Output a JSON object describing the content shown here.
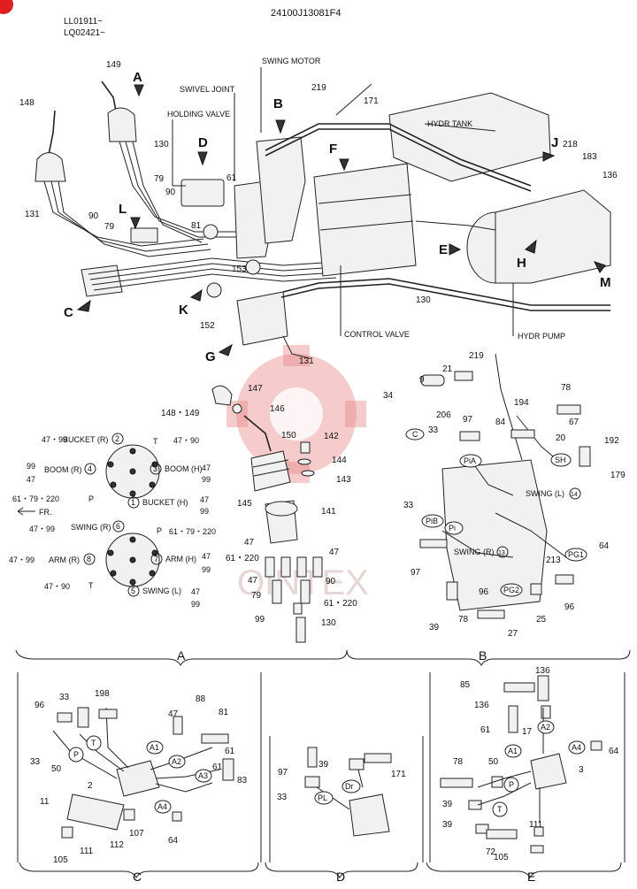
{
  "header": {
    "doc_code": "24100J13081F4",
    "serial_1": "LL01911~",
    "serial_2": "LQ02421~"
  },
  "watermark": "OINTEX",
  "colors": {
    "line": "#222222",
    "watermark": "#e98b8b",
    "badge": "#e02020"
  },
  "callouts": [
    "A",
    "B",
    "C",
    "D",
    "E",
    "F",
    "G",
    "H",
    "J",
    "K",
    "L",
    "M"
  ],
  "components": {
    "swing_motor": "SWING MOTOR",
    "swivel_joint": "SWIVEL JOINT",
    "holding_valve": "HOLDING VALVE",
    "hydr_tank": "HYDR TANK",
    "control_valve": "CONTROL VALVE",
    "hydr_pump": "HYDR PUMP"
  },
  "parts_top": [
    "149",
    "148",
    "130",
    "79",
    "90",
    "131",
    "90",
    "79",
    "61",
    "81",
    "153",
    "152",
    "219",
    "171",
    "218",
    "183",
    "136",
    "130",
    "131"
  ],
  "ports_a": {
    "bucket_r": "BUCKET (R)",
    "bucket_r_num": "2",
    "boom_r": "BOOM (R)",
    "boom_r_num": "4",
    "boom_h": "BOOM (H)",
    "boom_h_num": "3",
    "bucket_h": "BUCKET (H)",
    "bucket_h_num": "1",
    "swing_r": "SWING (R)",
    "swing_r_num": "6",
    "arm_r": "ARM (R)",
    "arm_r_num": "8",
    "arm_h": "ARM (H)",
    "arm_h_num": "7",
    "swing_l": "SWING (L)",
    "swing_l_num": "5",
    "t": "T",
    "p": "P",
    "fr": "FR.",
    "n4799": "47・99",
    "n4790": "47・90",
    "n61": "61・79・220",
    "n47": "47",
    "n99": "99"
  },
  "parts_a": [
    "147",
    "148・149",
    "146",
    "150",
    "142",
    "144",
    "143",
    "145",
    "141",
    "47",
    "61・220",
    "47",
    "79",
    "90",
    "47",
    "99",
    "61・220",
    "130"
  ],
  "parts_b": {
    "nums": [
      "219",
      "21",
      "9",
      "34",
      "206",
      "97",
      "33",
      "194",
      "78",
      "84",
      "67",
      "20",
      "192",
      "179",
      "33",
      "97",
      "39",
      "78",
      "96",
      "27",
      "25",
      "213",
      "96",
      "64"
    ],
    "ports": [
      "C",
      "PiA",
      "PiB",
      "Pi",
      "SH",
      "PG1",
      "PG2"
    ],
    "swing_l": "SWING (L)",
    "swing_l_num": "14",
    "swing_r": "SWING (R)",
    "swing_r_num": "13"
  },
  "parts_c": {
    "nums": [
      "96",
      "33",
      "198",
      "47",
      "88",
      "81",
      "33",
      "50",
      "61",
      "2",
      "61",
      "83",
      "11",
      "107",
      "64",
      "105",
      "111",
      "112"
    ],
    "ports": [
      "T",
      "P",
      "A1",
      "A2",
      "A3",
      "A4"
    ]
  },
  "parts_d": {
    "nums": [
      "97",
      "39",
      "171",
      "33"
    ],
    "ports": [
      "Dr",
      "PL"
    ]
  },
  "parts_e": {
    "nums": [
      "136",
      "85",
      "136",
      "61",
      "17",
      "64",
      "78",
      "50",
      "3",
      "39",
      "39",
      "111",
      "72",
      "105"
    ],
    "ports": [
      "A2",
      "A1",
      "A4",
      "P",
      "T"
    ]
  },
  "section_labels": [
    "A",
    "B",
    "C",
    "D",
    "E"
  ]
}
